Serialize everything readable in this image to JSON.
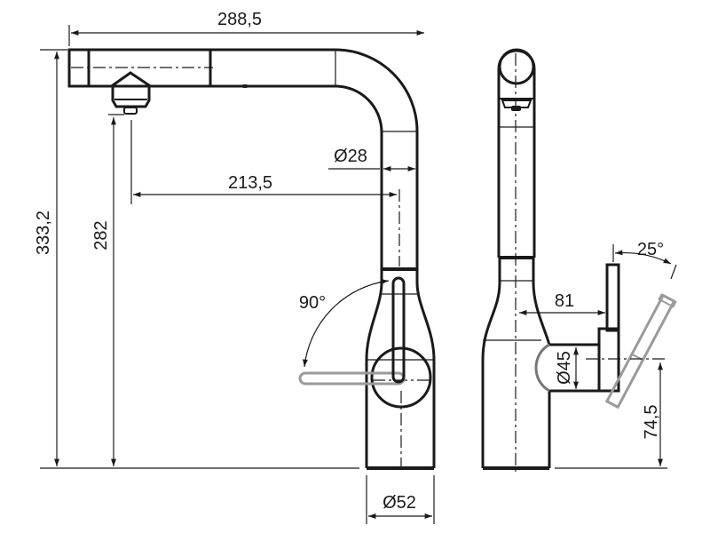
{
  "drawing": {
    "front_view": {
      "overall_reach": "288,5",
      "overall_height": "333,2",
      "outlet_height": "282",
      "outlet_reach": "213,5",
      "spout_diameter": "Ø28",
      "lever_rotation": "90°",
      "base_diameter": "Ø52"
    },
    "side_view": {
      "lever_offset": "81",
      "lever_body_diameter": "Ø45",
      "lever_axis_height": "74,5",
      "lever_tilt": "25°"
    },
    "colors": {
      "line": "#1a1a1a",
      "alternate_position": "#9a9a9a"
    }
  }
}
